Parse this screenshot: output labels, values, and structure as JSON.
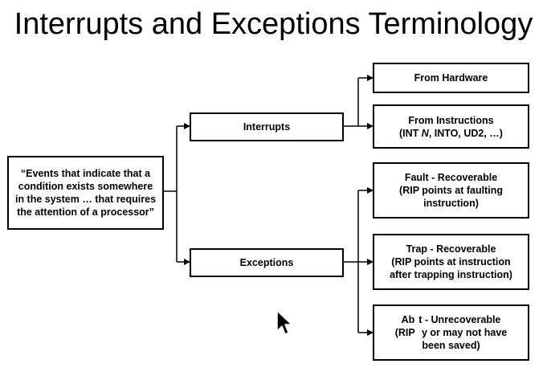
{
  "title": "Interrupts and Exceptions Terminology",
  "nodes": {
    "root": {
      "lines": [
        "“Events that indicate that a",
        "condition exists somewhere",
        "in the system … that requires",
        "the attention of a processor”"
      ]
    },
    "interrupts": {
      "label": "Interrupts"
    },
    "exceptions": {
      "label": "Exceptions"
    },
    "from_hardware": {
      "label": "From Hardware"
    },
    "from_instructions": {
      "line1": "From Instructions",
      "line2_prefix": "(INT ",
      "line2_italic": "N",
      "line2_suffix": ", INTO, UD2, …)"
    },
    "fault": {
      "lines": [
        "Fault - Recoverable",
        "(RIP points at faulting",
        "instruction)"
      ]
    },
    "trap": {
      "lines": [
        "Trap - Recoverable",
        "(RIP points at instruction",
        "after trapping instruction)"
      ]
    },
    "abort": {
      "lines": [
        "Ab  t - Unrecoverable",
        "(RIP   y or may not have",
        "been saved)"
      ]
    }
  }
}
